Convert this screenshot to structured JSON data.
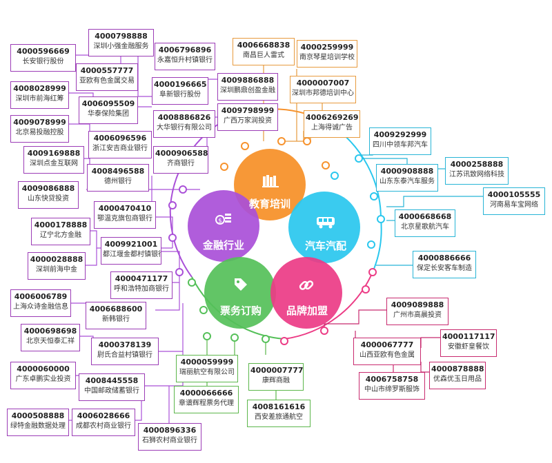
{
  "hubs": {
    "education": {
      "label": "教育培训",
      "icon": "books-icon",
      "color": "#f7922c"
    },
    "finance": {
      "label": "金融行业",
      "icon": "money-icon",
      "color": "#a94fd8"
    },
    "auto": {
      "label": "汽车汽配",
      "icon": "bus-icon",
      "color": "#29c7ee"
    },
    "ticket": {
      "label": "票务订购",
      "icon": "tag-icon",
      "color": "#55c059"
    },
    "brand": {
      "label": "品牌加盟",
      "icon": "link-icon",
      "color": "#ec3b85"
    }
  },
  "finance_items": [
    {
      "num": "4000596669",
      "name": "长安银行股份"
    },
    {
      "num": "4000798888",
      "name": "深圳小强金融服务"
    },
    {
      "num": "4000557777",
      "name": "亚欧有色金属交易"
    },
    {
      "num": "4006796896",
      "name": "永嘉恒升村镇银行"
    },
    {
      "num": "4000196665",
      "name": "阜新银行股份"
    },
    {
      "num": "4009886888",
      "name": "深圳鹏鼎创盈金融"
    },
    {
      "num": "4008028999",
      "name": "深圳市前海红筹"
    },
    {
      "num": "4006095509",
      "name": "华泰保险集团"
    },
    {
      "num": "4008886826",
      "name": "大华银行有限公司"
    },
    {
      "num": "4009798999",
      "name": "广西万家润投资"
    },
    {
      "num": "4009078999",
      "name": "北京易投融控股"
    },
    {
      "num": "4006096596",
      "name": "浙江安吉商业银行"
    },
    {
      "num": "4000906588",
      "name": "齐商银行"
    },
    {
      "num": "4009169888",
      "name": "深圳点金互联网"
    },
    {
      "num": "4008496588",
      "name": "德州银行"
    },
    {
      "num": "4009086888",
      "name": "山东快贷投资"
    },
    {
      "num": "4000470410",
      "name": "鄂温克旗包商银行"
    },
    {
      "num": "4000178888",
      "name": "辽宁北方金融"
    },
    {
      "num": "4009921001",
      "name": "都江堰金都村镇银行"
    },
    {
      "num": "4000028888",
      "name": "深圳前海中金"
    },
    {
      "num": "4000471177",
      "name": "呼和浩特加商银行"
    },
    {
      "num": "4006006789",
      "name": "上海众诗金融信息"
    },
    {
      "num": "4006688600",
      "name": "新韩银行"
    },
    {
      "num": "4000698698",
      "name": "北京天恒泰汇祥"
    },
    {
      "num": "4000378139",
      "name": "尉氏合益村镇银行"
    },
    {
      "num": "4000060000",
      "name": "广东卓鹏实业投资"
    },
    {
      "num": "4008445558",
      "name": "中国邮政储蓄银行"
    },
    {
      "num": "4000508888",
      "name": "绿特金融数据处理"
    },
    {
      "num": "4006028666",
      "name": "成都农村商业银行"
    },
    {
      "num": "4000896336",
      "name": "石狮农村商业银行"
    }
  ],
  "education_items": [
    {
      "num": "4006668838",
      "name": "南昌巨人雷式"
    },
    {
      "num": "4000259999",
      "name": "南京琴星培训学校"
    },
    {
      "num": "4000007007",
      "name": "深圳市邦德培训中心"
    },
    {
      "num": "4006269269",
      "name": "上海得诚广告"
    }
  ],
  "auto_items": [
    {
      "num": "4009292999",
      "name": "四川中领车邦汽车"
    },
    {
      "num": "4000908888",
      "name": "山东东泰汽车服务"
    },
    {
      "num": "4000258888",
      "name": "江苏讯致网络科技"
    },
    {
      "num": "4000105555",
      "name": "河南易车宝网络"
    },
    {
      "num": "4000668668",
      "name": "北京星歌航汽车"
    },
    {
      "num": "4000886666",
      "name": "保定长安客车制造"
    }
  ],
  "brand_items": [
    {
      "num": "4009089888",
      "name": "广州市高晨投资"
    },
    {
      "num": "4000067777",
      "name": "山西亚欧有色金属"
    },
    {
      "num": "4000117117",
      "name": "安徽虾皇餐饮"
    },
    {
      "num": "4006758758",
      "name": "中山市缔罗斯服饰"
    },
    {
      "num": "4000878888",
      "name": "优森优玉日用品"
    }
  ],
  "ticket_items": [
    {
      "num": "4000059999",
      "name": "瑞丽航空有限公司"
    },
    {
      "num": "4000007777",
      "name": "康辉商融"
    },
    {
      "num": "4000066666",
      "name": "章谱辉程票务代理"
    },
    {
      "num": "4008161616",
      "name": "西安差旅通航空"
    }
  ]
}
